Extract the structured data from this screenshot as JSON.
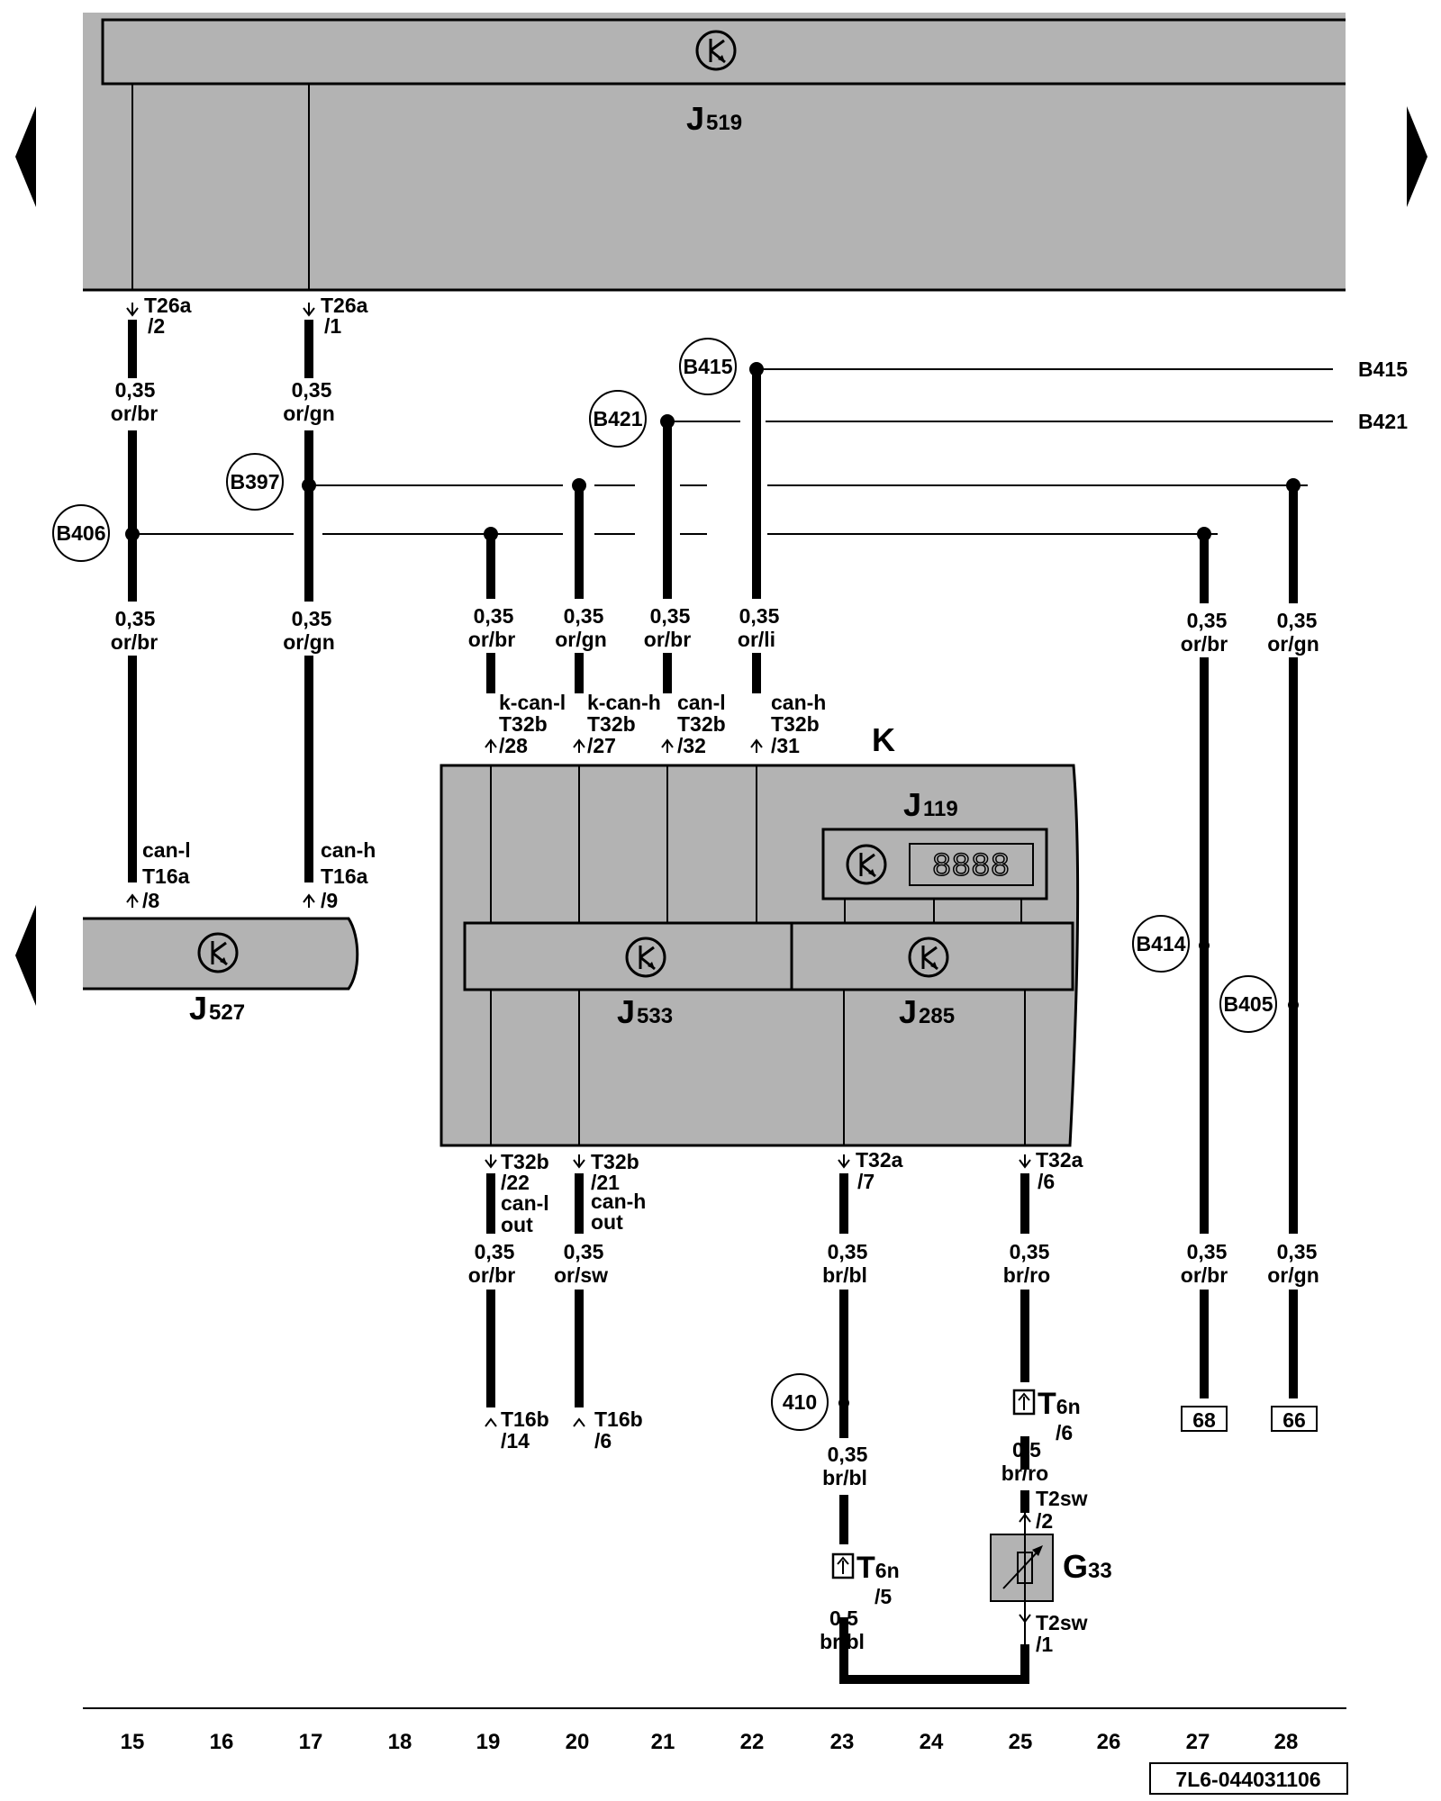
{
  "colors": {
    "component_fill": "#b3b3b3",
    "line": "#000000",
    "background": "#ffffff"
  },
  "icons": [
    "control-unit-icon",
    "digital-display-icon",
    "connector-icon",
    "temperature-sender-icon",
    "page-nav-arrow-icon"
  ],
  "components": {
    "j519": {
      "main": "J",
      "sub": "519"
    },
    "j527": {
      "main": "J",
      "sub": "527"
    },
    "j533": {
      "main": "J",
      "sub": "533"
    },
    "j285": {
      "main": "J",
      "sub": "285"
    },
    "j119": {
      "main": "J",
      "sub": "119"
    },
    "k": "K",
    "g33": {
      "main": "G",
      "sub": "33"
    },
    "display": "8888"
  },
  "junctions": {
    "b415": "B415",
    "b421": "B421",
    "b397": "B397",
    "b406": "B406",
    "b414": "B414",
    "b405": "B405",
    "n410": "410"
  },
  "right_labels": {
    "b415": "B415",
    "b421": "B421"
  },
  "connectors": {
    "t26a_2": [
      "T26a",
      "/2"
    ],
    "t26a_1": [
      "T26a",
      "/1"
    ],
    "t16a_8": [
      "can-l",
      "T16a",
      "/8"
    ],
    "t16a_9": [
      "can-h",
      "T16a",
      "/9"
    ],
    "t32b_28": [
      "k-can-l",
      "T32b",
      "/28"
    ],
    "t32b_27": [
      "k-can-h",
      "T32b",
      "/27"
    ],
    "t32b_32": [
      "can-l",
      "T32b",
      "/32"
    ],
    "t32b_31": [
      "can-h",
      "T32b",
      "/31"
    ],
    "t32b_22": [
      "T32b",
      "/22",
      "can-l",
      "out"
    ],
    "t32b_21": [
      "T32b",
      "/21",
      "can-h",
      "out"
    ],
    "t32a_7": [
      "T32a",
      "/7"
    ],
    "t32a_6": [
      "T32a",
      "/6"
    ],
    "t16b_14": [
      "T16b",
      "/14"
    ],
    "t16b_6": [
      "T16b",
      "/6"
    ],
    "t6n_6": {
      "main": "T",
      "sub": "6n",
      "pin": "/6"
    },
    "t6n_5": {
      "main": "T",
      "sub": "6n",
      "pin": "/5"
    },
    "t2sw_2": [
      "T2sw",
      "/2"
    ],
    "t2sw_1": [
      "T2sw",
      "/1"
    ]
  },
  "wires": {
    "w15_top": [
      "0,35",
      "or/br"
    ],
    "w17_top": [
      "0,35",
      "or/gn"
    ],
    "w15_mid": [
      "0,35",
      "or/br"
    ],
    "w17_mid": [
      "0,35",
      "or/gn"
    ],
    "w19": [
      "0,35",
      "or/br"
    ],
    "w20": [
      "0,35",
      "or/gn"
    ],
    "w21": [
      "0,35",
      "or/br"
    ],
    "w22": [
      "0,35",
      "or/li"
    ],
    "w27_top": [
      "0,35",
      "or/br"
    ],
    "w28_top": [
      "0,35",
      "or/gn"
    ],
    "w19_bot": [
      "0,35",
      "or/br"
    ],
    "w20_bot": [
      "0,35",
      "or/sw"
    ],
    "w23_bot": [
      "0,35",
      "br/bl"
    ],
    "w25_bot": [
      "0,35",
      "br/ro"
    ],
    "w27_bot": [
      "0,35",
      "or/br"
    ],
    "w28_bot": [
      "0,35",
      "or/gn"
    ],
    "w23_lower": [
      "0,35",
      "br/bl"
    ],
    "w25_lower": [
      "0,5",
      "br/ro"
    ],
    "w23_end": [
      "0,5",
      "br/bl"
    ]
  },
  "references": {
    "r68": "68",
    "r66": "66"
  },
  "columns": [
    "15",
    "16",
    "17",
    "18",
    "19",
    "20",
    "21",
    "22",
    "23",
    "24",
    "25",
    "26",
    "27",
    "28"
  ],
  "doc_id": "7L6-044031106"
}
